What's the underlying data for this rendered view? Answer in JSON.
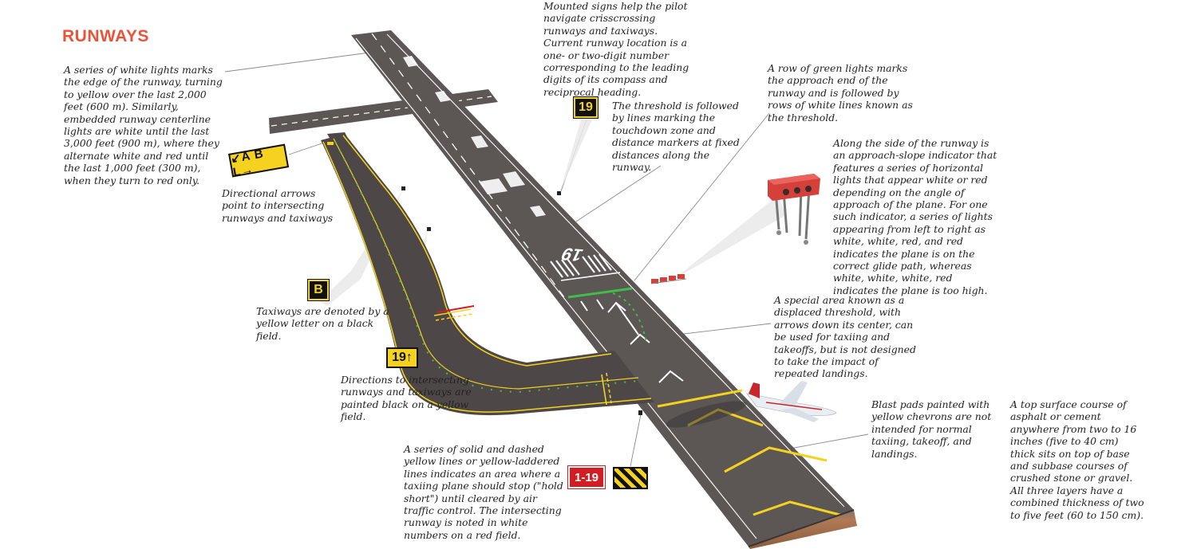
{
  "title": "RUNWAYS",
  "colors": {
    "title": "#e8543a",
    "asphalt": "#5c5655",
    "asphalt_dark": "#4a4544",
    "marking_white": "#ffffff",
    "marking_yellow": "#f4d21f",
    "light_green": "#3fbf4a",
    "sign_red": "#d21d24",
    "papi_red": "#d6403a",
    "soil": "#9b6b4a"
  },
  "captions": {
    "edge_lights": "A series of white lights marks the edge of the runway, turning to yellow over the last 2,000 feet (600 m). Similarly, embedded runway centerline lights are white until the last 3,000 feet (900 m), where they alternate white and red until the last 1,000 feet (300 m), when they turn to red only.",
    "mounted_signs": "Mounted signs help the pilot navigate crisscrossing runways and taxiways. Current runway location is a one- or two-digit number corresponding to the leading digits of its compass and reciprocal heading.",
    "green_lights": "A row of green lights marks the approach end of the runway and is followed by rows of white lines known as the threshold.",
    "threshold": "The threshold is followed by lines marking the touchdown zone and distance markers at fixed distances along the runway.",
    "approach_slope": "Along the side of the runway is an approach-slope indicator that features a series of horizontal lights that appear white or red depending on the angle of approach of the plane. For one such indicator, a series of lights appearing from left to right as white, white, red, and red indicates the plane is on the correct glide path, whereas white, white, white, red indicates the plane is too high.",
    "directional_arrows": "Directional arrows point to intersecting runways and taxiways",
    "taxiway_letter": "Taxiways are denoted by a yellow letter on a black field.",
    "displaced_threshold": "A special area known as a displaced threshold, with arrows down its center, can be used for taxiing and takeoffs, but is not designed to take the impact of repeated landings.",
    "directions": "Directions to intersecting runways and taxiways are painted black on a yellow field.",
    "blast_pads": "Blast pads painted with yellow chevrons are not intended for normal taxiing, takeoff, and landings.",
    "hold_short": "A series of solid and dashed yellow lines or yellow-laddered lines indicates an area where a taxiing plane should stop (\"hold short\") until cleared by air traffic control. The intersecting runway is noted in white numbers on a red field.",
    "surface_course": "A top surface course of asphalt or cement anywhere from two to 16 inches (five to 40 cm) thick sits on top of base and subbase courses of crushed stone or gravel. All three layers have a combined thickness of two to five feet (60 to 150 cm)."
  },
  "signs": {
    "runway_location": "19",
    "directional": "↙A B L→",
    "taxiway": "B",
    "direction": "19↑",
    "hold_short": "1-19"
  },
  "runway_number": "19",
  "icons": [
    "airplane-icon",
    "papi-light-unit-icon",
    "arrow-icon",
    "chevron-icon"
  ]
}
